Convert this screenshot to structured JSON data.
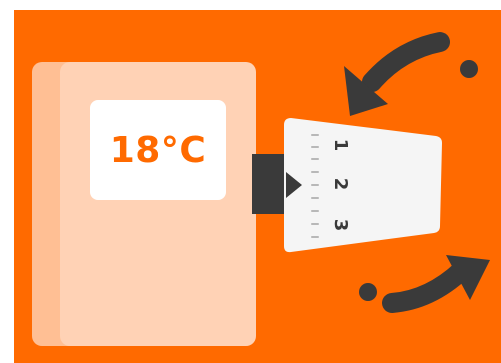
{
  "thermostat": {
    "temperature_display": "18°C"
  },
  "dial": {
    "scale": [
      "1",
      "2",
      "3"
    ]
  },
  "arrows": {
    "top": {
      "icon": "rotate-counterclockwise-arrow-icon"
    },
    "bottom": {
      "icon": "rotate-clockwise-arrow-icon"
    }
  },
  "colors": {
    "background": "#ff6a00",
    "body_light": "#ffd2b5",
    "body_shadow": "#ffbf94",
    "screen": "#ffffff",
    "dial": "#f5f5f5",
    "dark": "#3a3a3a"
  }
}
